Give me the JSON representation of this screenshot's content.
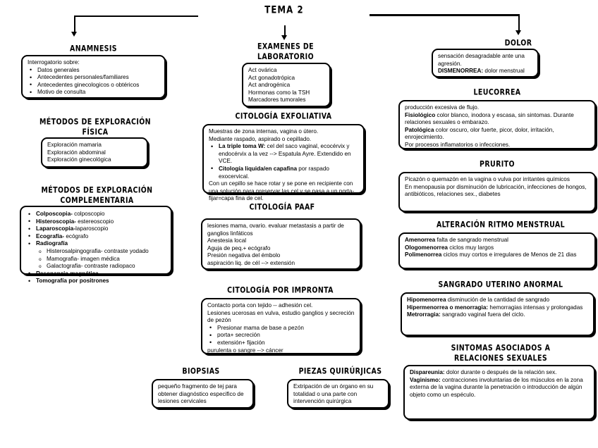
{
  "diagram": {
    "root": {
      "label": "TEMA 2"
    },
    "nodes": [
      {
        "id": "anamnesis",
        "title": "ANAMNESIS",
        "lines": [
          {
            "text": "Interrogatorio sobre:",
            "type": "p"
          },
          {
            "text": "Datos generales",
            "type": "li"
          },
          {
            "text": "Antecedentes personales/familiares",
            "type": "li"
          },
          {
            "text": "Antecedentes ginecologicos o obtéricos",
            "type": "li"
          },
          {
            "text": "Motivo de consulta",
            "type": "li"
          }
        ]
      },
      {
        "id": "metodos-fisica",
        "title": "MÉTODOS DE EXPLORACIÓN\nFÍSICA",
        "lines": [
          {
            "text": "Exploración mamaria",
            "type": "p"
          },
          {
            "text": "Exploración abdominal",
            "type": "p"
          },
          {
            "text": "Exploración ginecológica",
            "type": "p"
          }
        ]
      },
      {
        "id": "metodos-complementaria",
        "title": "MÉTODOS DE EXPLORACIÓN\nCOMPLEMENTARIA",
        "lines": [
          {
            "text": "Colposcopia-",
            "bold": true,
            "rest": " colposcopio",
            "type": "li"
          },
          {
            "text": "Histeroscopia-",
            "bold": true,
            "rest": " estereoscopio",
            "type": "li"
          },
          {
            "text": "Laparoscopia-",
            "bold": true,
            "rest": "laparoscopio",
            "type": "li"
          },
          {
            "text": "Ecografía-",
            "bold": true,
            "rest": " ecógrafo",
            "type": "li"
          },
          {
            "text": "Radiografía",
            "bold": true,
            "rest": "",
            "type": "li"
          },
          {
            "text": "Histerosalpingografia- contraste yodado",
            "type": "li2"
          },
          {
            "text": "Mamografia- imagen médica",
            "type": "li2"
          },
          {
            "text": "Galactografia- contraste radiopaco",
            "type": "li2"
          },
          {
            "text": "Resonancia magnética",
            "bold": true,
            "rest": "",
            "type": "li"
          },
          {
            "text": "Tomografía por positrones",
            "bold": true,
            "rest": "",
            "type": "li"
          }
        ]
      },
      {
        "id": "examenes-laboratorio",
        "title": "EXAMENES DE\nLABORATORIO",
        "lines": [
          {
            "text": "Act ovárica",
            "type": "p"
          },
          {
            "text": "Act gonadotrópica",
            "type": "p"
          },
          {
            "text": "Act androgénica",
            "type": "p"
          },
          {
            "text": "Hormonas como la TSH",
            "type": "p"
          },
          {
            "text": "Marcadores tumorales",
            "type": "p"
          }
        ]
      },
      {
        "id": "citologia-exfoliativa",
        "title": "CITOLOGÍA EXFOLIATIVA",
        "lines": [
          {
            "text": "Muestras de zona internas, vagina o útero.",
            "type": "p"
          },
          {
            "text": "Mediante raspado, aspirado o cepillado.",
            "type": "p"
          },
          {
            "text": "La triple toma W:",
            "bold": true,
            "rest": " cel del saco vaginal, ecocérvix y endocérvix a la vez --> Espatula Ayre. Extendido en VCE.",
            "type": "li"
          },
          {
            "text": "Citología liquida/en capafina",
            "bold": true,
            "rest": " por raspado exocervical.",
            "type": "li"
          },
          {
            "text": "Con un cepillo se hace rotar y se pone en recipiente con una solución para preservar las cel y se pasa a un porta-fijar=capa fina de cel.",
            "type": "p"
          }
        ]
      },
      {
        "id": "citologia-paaf",
        "title": "CITOLOGÍA PAAF",
        "lines": [
          {
            "text": "lesiones mama, ovario. evaluar metastasis a partir de ganglios linfáticos",
            "type": "p"
          },
          {
            "text": "Anestesia local",
            "type": "p"
          },
          {
            "text": "Aguja de peq.+ ecógrafo",
            "type": "p"
          },
          {
            "text": "Presión negativa del émbolo",
            "type": "p"
          },
          {
            "text": "aspiración liq. de cél --> extensión",
            "type": "p"
          }
        ]
      },
      {
        "id": "citologia-impronta",
        "title": "CITOLOGÍA POR IMPRONTA",
        "lines": [
          {
            "text": "Contacto porta con tejido -- adhesión cel.",
            "type": "p"
          },
          {
            "text": "Lesiones ucerosas en vulva, estudio ganglios y secreción de pezón",
            "type": "p"
          },
          {
            "text": "Presionar mama de base a pezón",
            "type": "li"
          },
          {
            "text": "porta+ secreción",
            "type": "li"
          },
          {
            "text": "extensión+ fijación",
            "type": "li"
          },
          {
            "text": "purulenta o sangre --> cáncer",
            "type": "p"
          }
        ]
      },
      {
        "id": "biopsias",
        "title": "BIOPSIAS",
        "lines": [
          {
            "text": "pequeño fragmento de tej para obtener diagnóstico especifico de lesiones cervicales",
            "type": "p"
          }
        ]
      },
      {
        "id": "piezas-quirurgicas",
        "title": "PIEZAS QUIRÚRJICAS",
        "lines": [
          {
            "text": "Extripación de un órgano en su totalidad o una parte con intervención quirúrgica",
            "type": "p"
          }
        ]
      },
      {
        "id": "dolor",
        "title": "DOLOR",
        "lines": [
          {
            "text": "sensación desagradable ante una agresión.",
            "type": "p"
          },
          {
            "text": "DISMENORREA:",
            "bold": true,
            "rest": " dolor menstrual",
            "type": "p"
          }
        ]
      },
      {
        "id": "leucorrea",
        "title": "LEUCORREA",
        "lines": [
          {
            "text": "producción excesiva de flujo.",
            "type": "p"
          },
          {
            "text": "Fisiológico",
            "bold": true,
            "rest": " color blanco, inodora y escasa, sin sintomas. Durante relaciones sexuales o embarazo.",
            "type": "p"
          },
          {
            "text": "Patológica",
            "bold": true,
            "rest": " color oscuro, olor fuerte, picor, dolor, irritación, enrojecimiento.",
            "type": "p"
          },
          {
            "text": "Por procesos inflamatorios o infecciones.",
            "type": "p"
          }
        ]
      },
      {
        "id": "prurito",
        "title": "PRURITO",
        "lines": [
          {
            "text": "Picazón o quemazón en la vagina o vulva por irritantes químicos",
            "type": "p"
          },
          {
            "text": "En menopausia por disminución de lubricación, infecciones de hongos, antibióticos, relaciones sex., diabetes",
            "type": "p"
          }
        ]
      },
      {
        "id": "alteracion-ritmo-menstrual",
        "title": "ALTERACIÓN RITMO MENSTRUAL",
        "lines": [
          {
            "text": "Amenorrea",
            "bold": true,
            "rest": " falta de sangrado menstrual",
            "type": "p"
          },
          {
            "text": "Ologomenorrea",
            "bold": true,
            "rest": " ciclos muy largos",
            "type": "p"
          },
          {
            "text": "Polimenorrea",
            "bold": true,
            "rest": " ciclos muy cortos e irregulares de Menos de 21 dias",
            "type": "p"
          }
        ]
      },
      {
        "id": "sangrado-uterino-anormal",
        "title": "SANGRADO UTERINO ANORMAL",
        "lines": [
          {
            "text": "Hipomenorrea",
            "bold": true,
            "rest": " disminución de la cantidad de sangrado",
            "type": "p"
          },
          {
            "text": "Hipermenorrea o menorragia:",
            "bold": true,
            "rest": " hemorragias intensas y prolongadas",
            "type": "p"
          },
          {
            "text": "Metrorragia:",
            "bold": true,
            "rest": " sangrado vaginal fuera del ciclo.",
            "type": "p"
          }
        ]
      },
      {
        "id": "sintomas-relaciones-sexuales",
        "title": "SINTOMAS ASOCIADOS A\nRELACIONES SEXUALES",
        "lines": [
          {
            "text": "Dispareunia:",
            "bold": true,
            "rest": " dolor durante o después de la relación sex.",
            "type": "p"
          },
          {
            "text": "Vaginismo:",
            "bold": true,
            "rest": " contracciones involuntarias de los músculos en la zona externa de la vagina durante la penetración o introducción de algún objeto como un espéculo.",
            "type": "p"
          }
        ]
      }
    ]
  }
}
